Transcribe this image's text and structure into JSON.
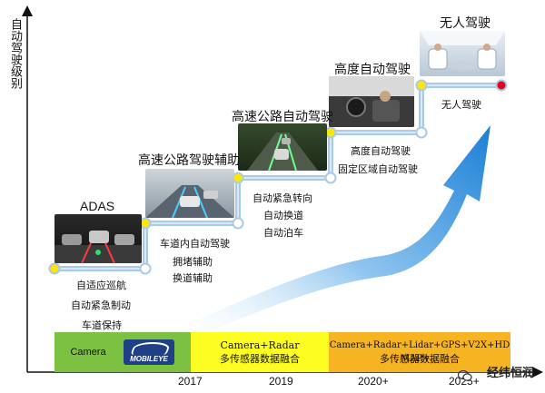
{
  "y_axis_label": "自动驾驶级别",
  "stages": [
    {
      "title": "ADAS",
      "features": [
        "自适应巡航",
        "自动紧急制动",
        "车道保持"
      ]
    },
    {
      "title": "高速公路驾驶辅助",
      "features": [
        "车道内自动驾驶",
        "拥堵辅助",
        "换道辅助"
      ]
    },
    {
      "title": "高速公路自动驾驶",
      "features": [
        "自动紧急转向",
        "自动换道",
        "自动泊车"
      ]
    },
    {
      "title": "高度自动驾驶",
      "features": [
        "高度自动驾驶",
        "固定区域自动驾驶"
      ]
    },
    {
      "title": "无人驾驶",
      "features": [
        "无人驾驶"
      ]
    }
  ],
  "x_ticks": [
    "2017",
    "2019",
    "2020+",
    "2025+"
  ],
  "bands": [
    {
      "label": "Camera",
      "sub": "",
      "color": "#7dc142"
    },
    {
      "label": "Camera+Radar",
      "sub": "多传感器数据融合",
      "color": "#fdfd22"
    },
    {
      "label": "Camera+Radar+Lidar+GPS+V2X+HD MAP+...",
      "sub": "多传感器数据融合",
      "color": "#f6b322"
    }
  ],
  "logo_text": "MOBILEYE",
  "watermark": "经纬恒润",
  "colors": {
    "node_yellow": "#ffe600",
    "node_red": "#e6001a",
    "node_empty": "#ffffff",
    "path": "#a9cbe8",
    "arrow": "#2e8fdc"
  }
}
